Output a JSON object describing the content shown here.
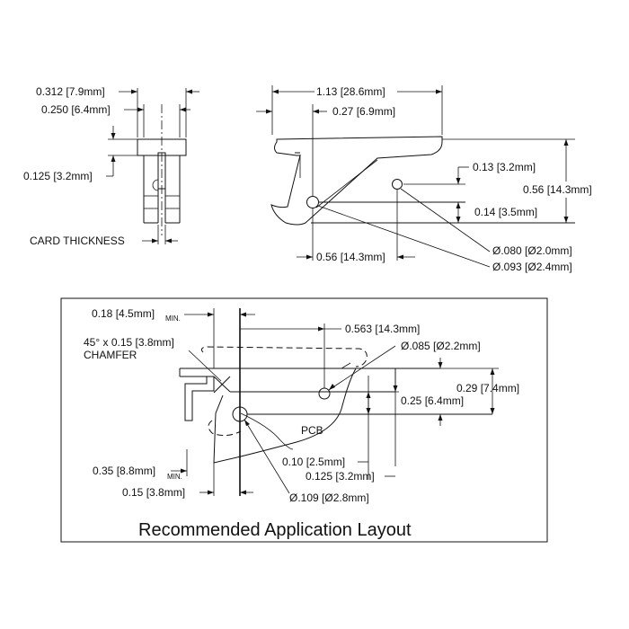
{
  "top_left_view": {
    "dim_overall": "0.312 [7.9mm]",
    "dim_inner": "0.250 [6.4mm]",
    "dim_slot": "0.125 [3.2mm]",
    "card_thickness": "CARD THICKNESS"
  },
  "top_right_view": {
    "dim_length": "1.13 [28.6mm]",
    "dim_offset": "0.27 [6.9mm]",
    "dim_hole_rise": "0.13 [3.2mm]",
    "dim_height": "0.56 [14.3mm]",
    "dim_hole_drop": "0.14 [3.5mm]",
    "dim_hole_small": "Ø.080 [Ø2.0mm]",
    "dim_hole_large": "Ø.093 [Ø2.4mm]",
    "dim_hole_spacing": "0.56 [14.3mm]"
  },
  "application_layout": {
    "title": "Recommended Application Layout",
    "dim_edge_min": "0.18 [4.5mm]",
    "min_suffix": "MIN.",
    "chamfer_line1": "45° x 0.15 [3.8mm]",
    "chamfer_line2": "CHAMFER",
    "dim_hole_spacing": "0.563 [14.3mm]",
    "dim_hole_upper": "Ø.085 [Ø2.2mm]",
    "dim_overall_height": "0.29 [7.4mm]",
    "dim_upper_height": "0.25 [6.4mm]",
    "pcb_label": "PCB",
    "dim_lower_min": "0.35 [8.8mm]",
    "dim_offset_a": "0.10 [2.5mm]",
    "dim_offset_b": "0.125 [3.2mm]",
    "dim_edge": "0.15 [3.8mm]",
    "dim_hole_lower": "Ø.109 [Ø2.8mm]"
  }
}
